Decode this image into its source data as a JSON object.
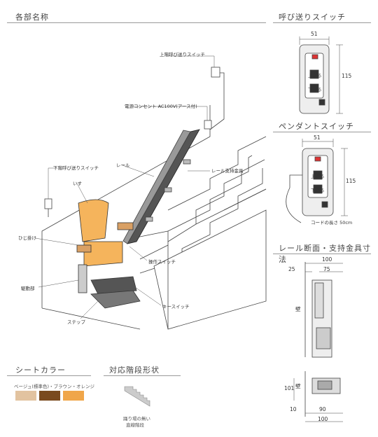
{
  "sections": {
    "parts": "各部名称",
    "call_switch": "呼び送りスイッチ",
    "pendant": "ペンダントスイッチ",
    "rail_section": "レール断面・支持金具寸法",
    "seat_color": "シートカラー",
    "stairs": "対応階段形状"
  },
  "labels": {
    "upper_call": "上階呼び送りスイッチ",
    "outlet": "電源コンセント AC100V(アース付)",
    "lower_call": "下階呼び送りスイッチ",
    "rail": "レール",
    "seat": "いす",
    "rail_bracket": "レール支持金具",
    "armrest": "ひじ掛け",
    "drive": "駆動部",
    "op_switch": "操作スイッチ",
    "key_switch": "キースイッチ",
    "step": "ステップ"
  },
  "switch": {
    "up": "上がる",
    "down": "下がる"
  },
  "call_dims": {
    "width": "51",
    "height": "115"
  },
  "pendant_dims": {
    "width": "51",
    "height": "115",
    "cord": "コードの長さ 50cm"
  },
  "rail_dims": {
    "d100": "100",
    "d25": "25",
    "d75": "75",
    "wall": "壁",
    "d101": "101",
    "d10": "10",
    "d90": "90",
    "d100b": "100"
  },
  "colors": {
    "caption": "ベージュ(標準色)・ブラウン・オレンジ",
    "beige": "#e2c3a0",
    "brown": "#7a4a1e",
    "orange": "#f0a64a"
  },
  "stairs_caption": {
    "line1": "踊り場の無い",
    "line2": "直線階段"
  },
  "accent": "#f5b45c"
}
